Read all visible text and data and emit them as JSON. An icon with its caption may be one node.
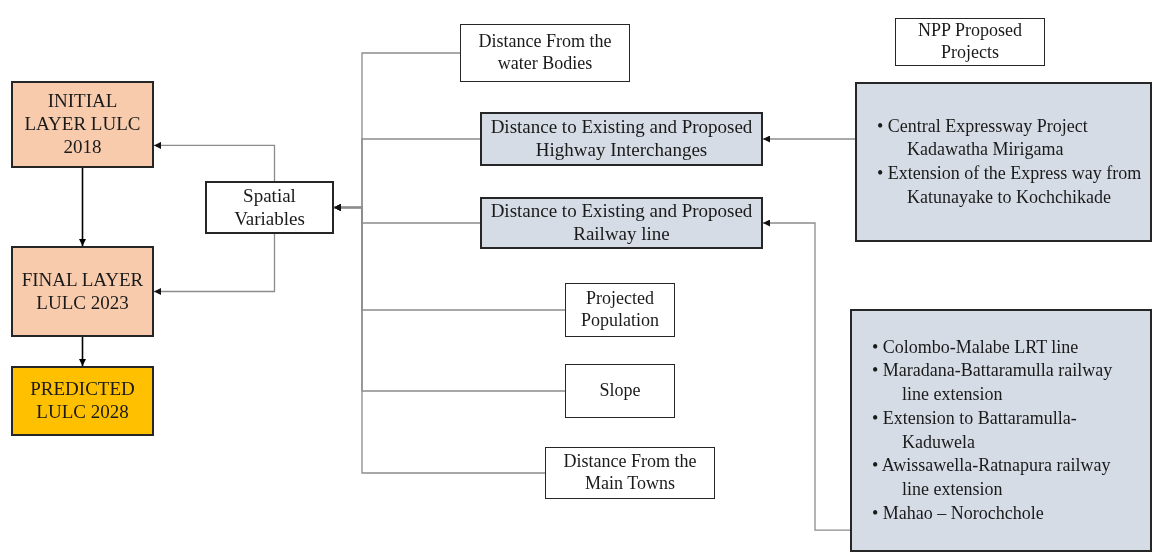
{
  "diagram": {
    "nodes": [
      {
        "text": [
          "INITIAL LAYER LULC 2018"
        ]
      },
      {
        "text": [
          "FINAL LAYER LULC 2023"
        ]
      },
      {
        "text": [
          "PREDICTED LULC 2028"
        ]
      },
      {
        "text": [
          "Spatial Variables"
        ]
      },
      {
        "text": [
          "Distance From the water Bodies"
        ]
      },
      {
        "text": [
          "Distance to Existing and Proposed Highway Interchanges"
        ]
      },
      {
        "text": [
          "Distance to Existing and Proposed Railway line"
        ]
      },
      {
        "text": [
          "Projected Population"
        ]
      },
      {
        "text": [
          "Slope"
        ]
      },
      {
        "text": [
          "Distance From the Main Towns"
        ]
      },
      {
        "text": [
          "NPP Proposed Projects"
        ]
      },
      {
        "text": [
          "• Central Expressway Project Kadawatha Mirigama",
          "• Extension of the Express way from Katunayake to Kochchikade"
        ]
      },
      {
        "text": [
          "• Colombo-Malabe LRT line",
          "• Maradana-Battaramulla railway line extension",
          "• Extension to Battaramulla-Kaduwela",
          "• Awissawella-Ratnapura railway line extension",
          "• Mahao – Norochchole"
        ]
      }
    ],
    "edges": [
      {
        "from": 0,
        "to": 1,
        "arrow": "to",
        "color": "#000000"
      },
      {
        "from": 1,
        "to": 2,
        "arrow": "to",
        "color": "#000000"
      },
      {
        "from": 3,
        "to": 0,
        "arrow": "to"
      },
      {
        "from": 3,
        "to": 1,
        "arrow": "to"
      },
      {
        "from": 4,
        "to": 3,
        "arrow": "to"
      },
      {
        "from": 5,
        "to": 3,
        "arrow": "to"
      },
      {
        "from": 6,
        "to": 3,
        "arrow": "to"
      },
      {
        "from": 7,
        "to": 3,
        "arrow": "to"
      },
      {
        "from": 8,
        "to": 3,
        "arrow": "to"
      },
      {
        "from": 9,
        "to": 3,
        "arrow": "to"
      },
      {
        "from": 11,
        "to": 5,
        "arrow": "to"
      },
      {
        "from": 12,
        "to": 6,
        "arrow": "to"
      }
    ]
  }
}
